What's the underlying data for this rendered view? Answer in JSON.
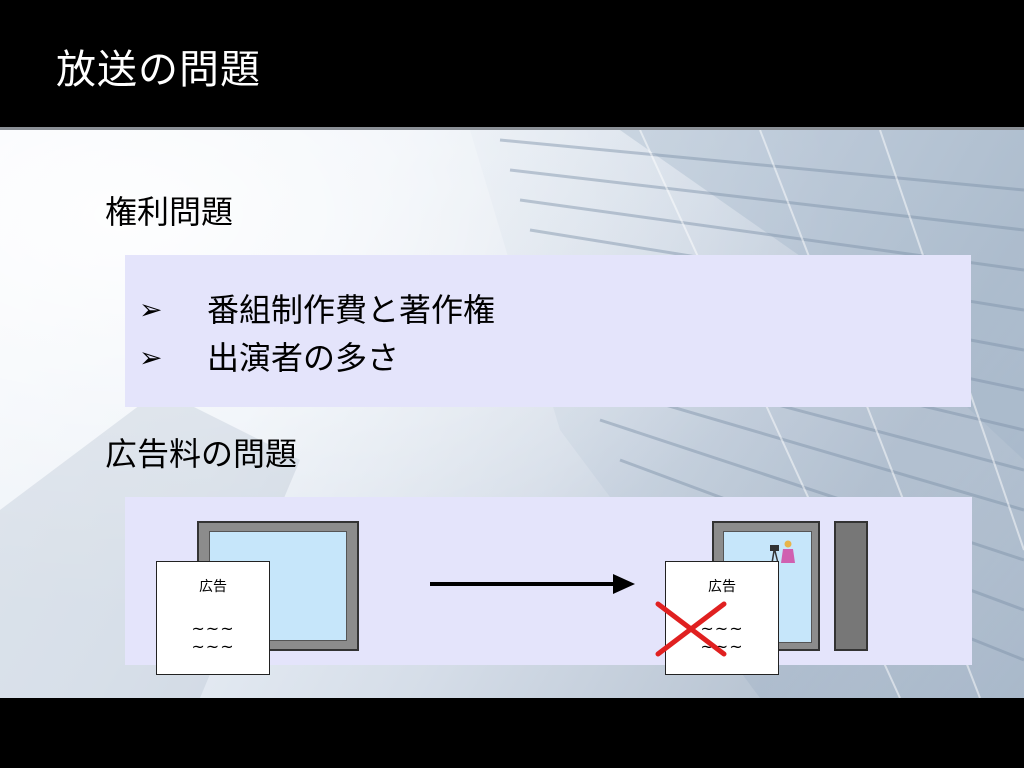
{
  "slide": {
    "title": "放送の問題",
    "section_rights": {
      "heading": "権利問題",
      "bullets": [
        {
          "marker": "➢",
          "text": "番組制作費と著作権"
        },
        {
          "marker": "➢",
          "text": "出演者の多さ"
        }
      ]
    },
    "section_ads": {
      "heading": "広告料の問題",
      "diagram": {
        "left_ad": {
          "label": "広告",
          "line1": "~~~",
          "line2": "~~~"
        },
        "right_ad": {
          "label": "広告",
          "line1": "~~~",
          "line2": "~~~"
        },
        "arrow_icon": "right-arrow",
        "cross_icon": "red-x",
        "camera_icon": "camera-person"
      }
    }
  },
  "colors": {
    "title_bar": "#000000",
    "content_box": "#e4e4fb",
    "tv_screen": "#c6e6fa",
    "cross": "#e02020"
  }
}
